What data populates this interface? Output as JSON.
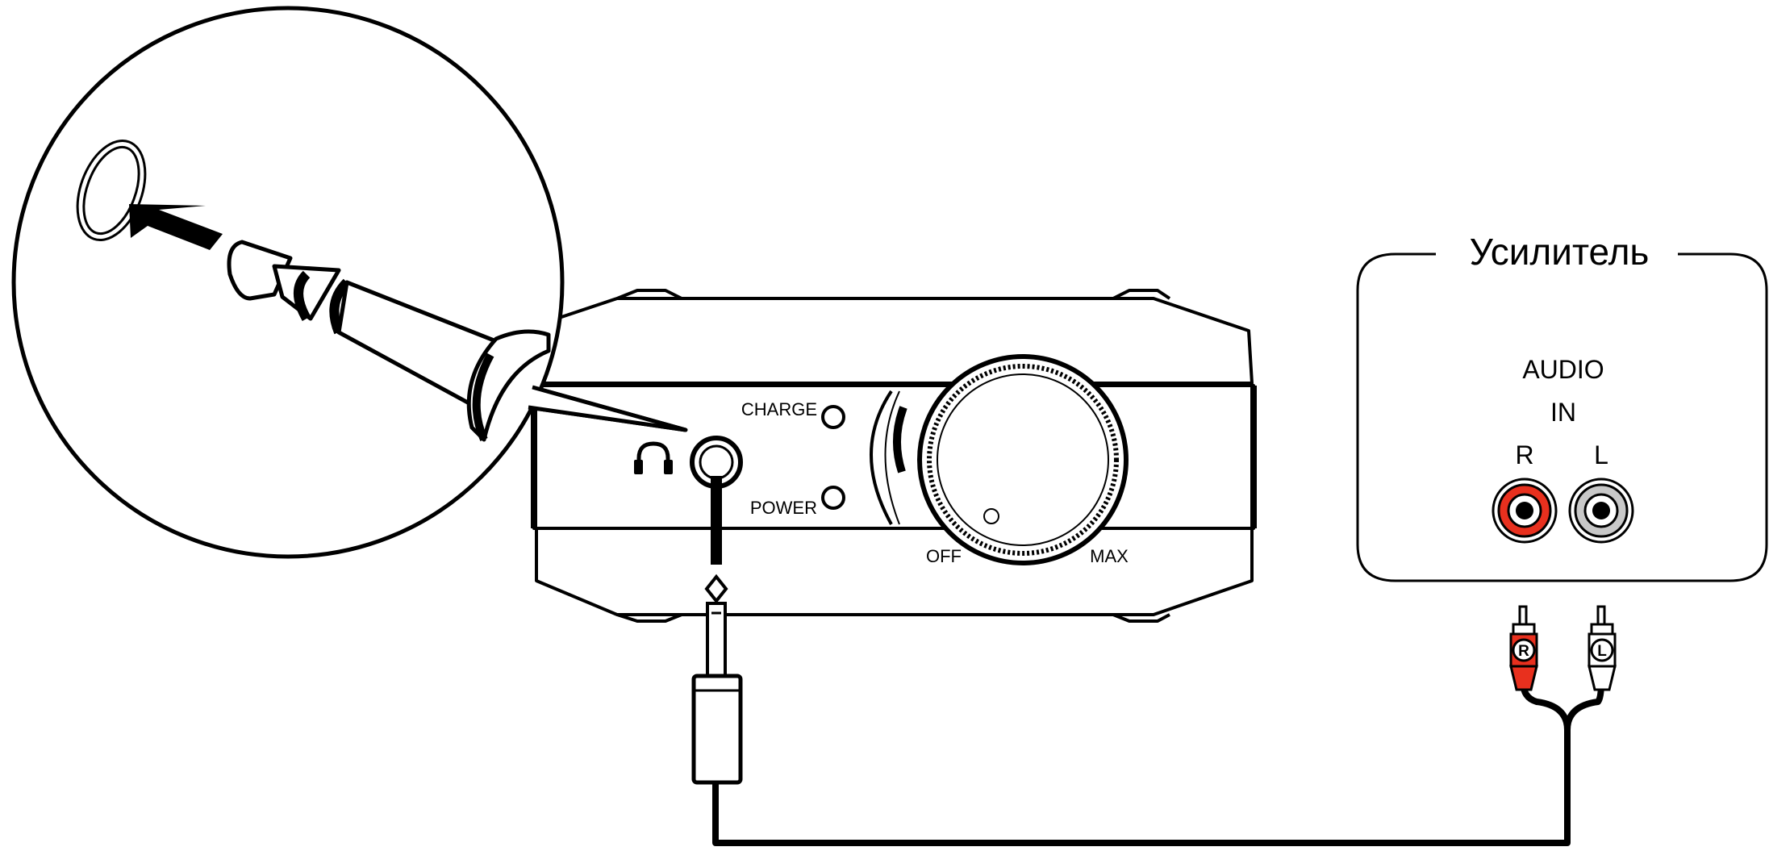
{
  "device": {
    "charge_label": "CHARGE",
    "power_label": "POWER",
    "volume_min_label": "OFF",
    "volume_max_label": "MAX"
  },
  "amplifier": {
    "title": "Усилитель",
    "audio_label_line1": "AUDIO",
    "audio_label_line2": "IN",
    "right_label": "R",
    "left_label": "L"
  },
  "cable": {
    "right_plug_mark": "R",
    "left_plug_mark": "L"
  },
  "colors": {
    "right_channel": "#e8301e",
    "left_channel": "#c8c8c8",
    "outline": "#000000"
  }
}
